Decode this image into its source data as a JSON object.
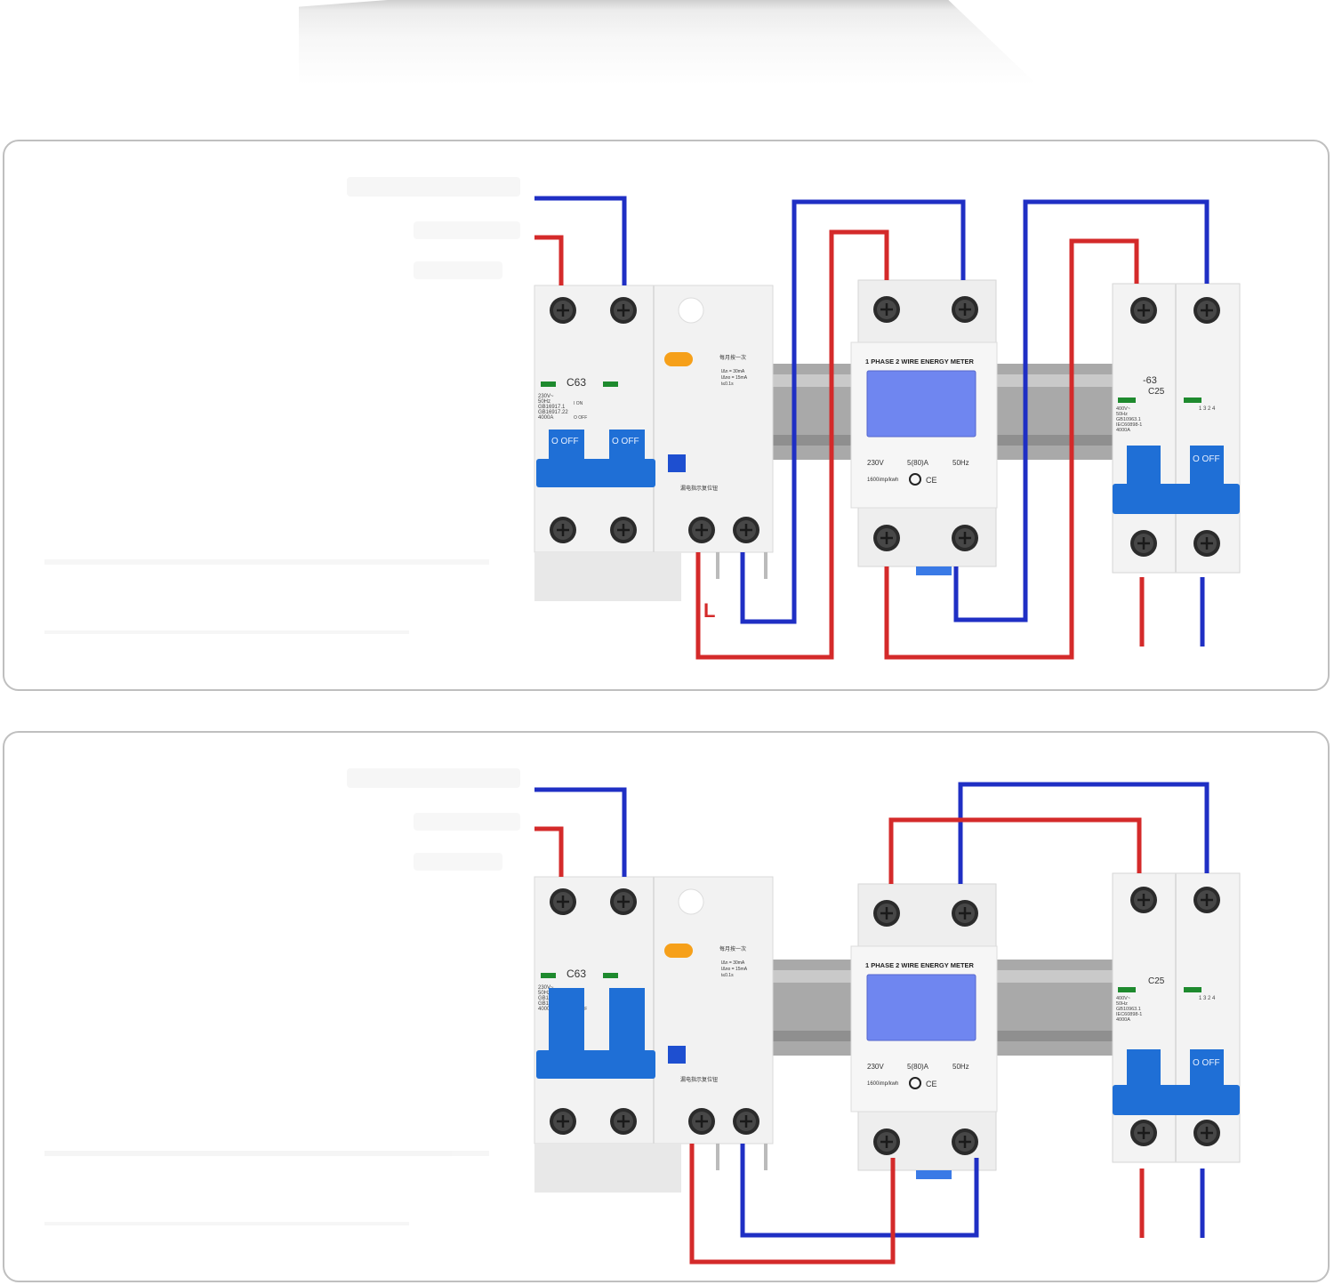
{
  "panels": [
    {
      "id": "top",
      "wire_label": "L",
      "rcbo": {
        "rating": "C63",
        "spec_lines": [
          "230V~",
          "50Hz",
          "GB16917.1",
          "GB16917.22",
          "4000A"
        ],
        "switch_label": "O OFF",
        "on_label": "I ON",
        "off_label": "O OFF",
        "test_text": "每月按一次",
        "trip_spec": [
          "IΔn = 30mA",
          "IΔno = 15mA",
          "t≤0.1s"
        ],
        "reset_text": "漏电指示复位钮"
      },
      "meter": {
        "title": "1 PHASE 2 WIRE ENERGY METER",
        "voltage": "230V",
        "current": "5(80)A",
        "frequency": "50Hz",
        "impulse": "1600imp/kwh",
        "mark": "CE"
      },
      "mcb": {
        "series": "-63",
        "rating": "C25",
        "spec_lines": [
          "400V~",
          "50Hz",
          "GB10963.1",
          "IEC60898-1",
          "4000A"
        ],
        "switch_label": "O OFF",
        "terminals": "1  3  2  4"
      }
    },
    {
      "id": "bottom",
      "wire_label": "",
      "rcbo": {
        "rating": "C63",
        "spec_lines": [
          "230V~",
          "50Hz",
          "GB16917.1",
          "GB16917.22",
          "4000A"
        ],
        "switch_label": "",
        "on_label": "I ON",
        "off_label": "O OFF",
        "test_text": "每月按一次",
        "trip_spec": [
          "IΔn = 30mA",
          "IΔno = 15mA",
          "t≤0.1s"
        ],
        "reset_text": "漏电指示复位钮"
      },
      "meter": {
        "title": "1 PHASE 2 WIRE ENERGY METER",
        "voltage": "230V",
        "current": "5(80)A",
        "frequency": "50Hz",
        "impulse": "1600imp/kwh",
        "mark": "CE"
      },
      "mcb": {
        "series": "",
        "rating": "C25",
        "spec_lines": [
          "400V~",
          "50Hz",
          "GB10963.1",
          "IEC60898-1",
          "4000A"
        ],
        "switch_label": "O OFF",
        "terminals": "1  3  2  4"
      }
    }
  ],
  "colors": {
    "live_wire": "#d42a2a",
    "neutral_wire": "#1f2fc4",
    "breaker_blue": "#1f6fd6",
    "meter_lcd": "#6f86f0",
    "din_rail": "#a9a9a9"
  }
}
